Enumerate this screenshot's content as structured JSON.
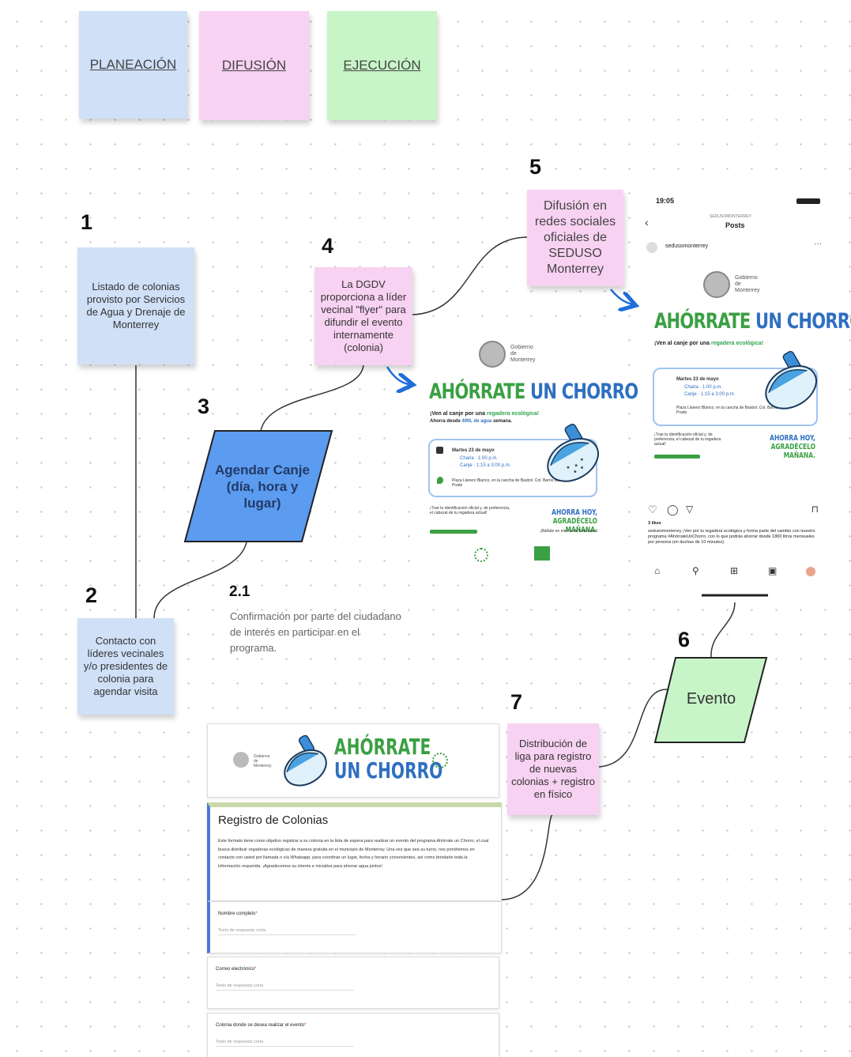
{
  "categories": {
    "planning": "PLANEACIÓN",
    "diffusion": "DIFUSIÓN",
    "execution": "EJECUCIÓN"
  },
  "steps": {
    "s1": {
      "num": "1",
      "text": "Listado de colonias provisto por Servicios de Agua y Drenaje de Monterrey"
    },
    "s2": {
      "num": "2",
      "text": "Contacto con líderes vecinales y/o presidentes de colonia para agendar visita"
    },
    "s21": {
      "num": "2.1",
      "text": "Confirmación por parte del ciudadano de interés en participar en el programa."
    },
    "s3": {
      "num": "3",
      "text": "Agendar Canje (día, hora y lugar)"
    },
    "s4": {
      "num": "4",
      "text": "La DGDV proporciona a líder vecinal \"flyer\" para difundir el evento internamente (colonia)"
    },
    "s5": {
      "num": "5",
      "text": "Difusión en redes sociales oficiales de SEDUSO Monterrey"
    },
    "s6": {
      "num": "6",
      "text": "Evento"
    },
    "s7": {
      "num": "7",
      "text": "Distribución de liga para registro de nuevas colonias + registro en físico"
    }
  },
  "flyer": {
    "gov1": "Gobierno",
    "gov2": "de",
    "gov3": "Monterrey",
    "headline_a": "AHÓRRATE",
    "headline_b": "UN CHORRO",
    "sub_a": "¡Ven al canje por una",
    "sub_b": "regadera ecológica!",
    "sub2_a": "Ahorra desde",
    "sub2_b": "400L de agua",
    "sub2_c": "semana.",
    "date": "Martes 23 de mayo",
    "charla": "Charla · 1:00 p.m.",
    "canje": "Canje · 1:15 a 3:00 p.m.",
    "place": "Plaza Llanero Blanco, en la cancha de Basbol. Col. Barrio del Prado",
    "bring": "¡Trae tu identificación oficial y, de preferencia, el cabezal de tu regadera actual!",
    "ahorra": "AHORRA HOY,",
    "agradece": "AGRADÉCELO MAÑANA.",
    "minutes": "¡Báñate en menos de 5 minutos!"
  },
  "phone": {
    "time": "19:05",
    "account_top": "SEDUSOMONTERREY",
    "posts": "Posts",
    "account": "sedusomonterrey",
    "likes": "3 likes",
    "caption": "sedusomonterrey ¡Ven por tu regadera ecológica y forma parte del cambio con nuestro programa #AhórrateUnChorro, con lo que podrás ahorrar desde 1800 litros mensuales por persona (en duchas de 10 minutos)."
  },
  "form": {
    "title": "Registro de Colonias",
    "desc": "Este formato tiene como objetivo registrar a su colonia en la lista de espera para realizar un evento del programa Ahórrate un Chorro, el cual busca distribuir regaderas ecológicas de manera gratuita en el municipio de Monterrey. Una vez que sea su turno, nos pondremos en contacto con usted por llamada o vía Whatsapp, para coordinar un lugar, fecha y horario convenientes, así como brindarle toda la información requerida. ¡Agradecemos su interés e iniciativa para ahorrar agua juntos!",
    "q1": "Nombre completo",
    "q2": "Correo electrónico",
    "q3": "Colonia donde se desea realizar el evento",
    "placeholder": "Texto de respuesta corta"
  },
  "colors": {
    "blue_note": "#cfe0f7",
    "pink_note": "#f8d2f2",
    "green_note": "#c8f5c8",
    "parallelogram_blue": "#5b9bf0",
    "arrow_blue": "#1e6fd9"
  }
}
